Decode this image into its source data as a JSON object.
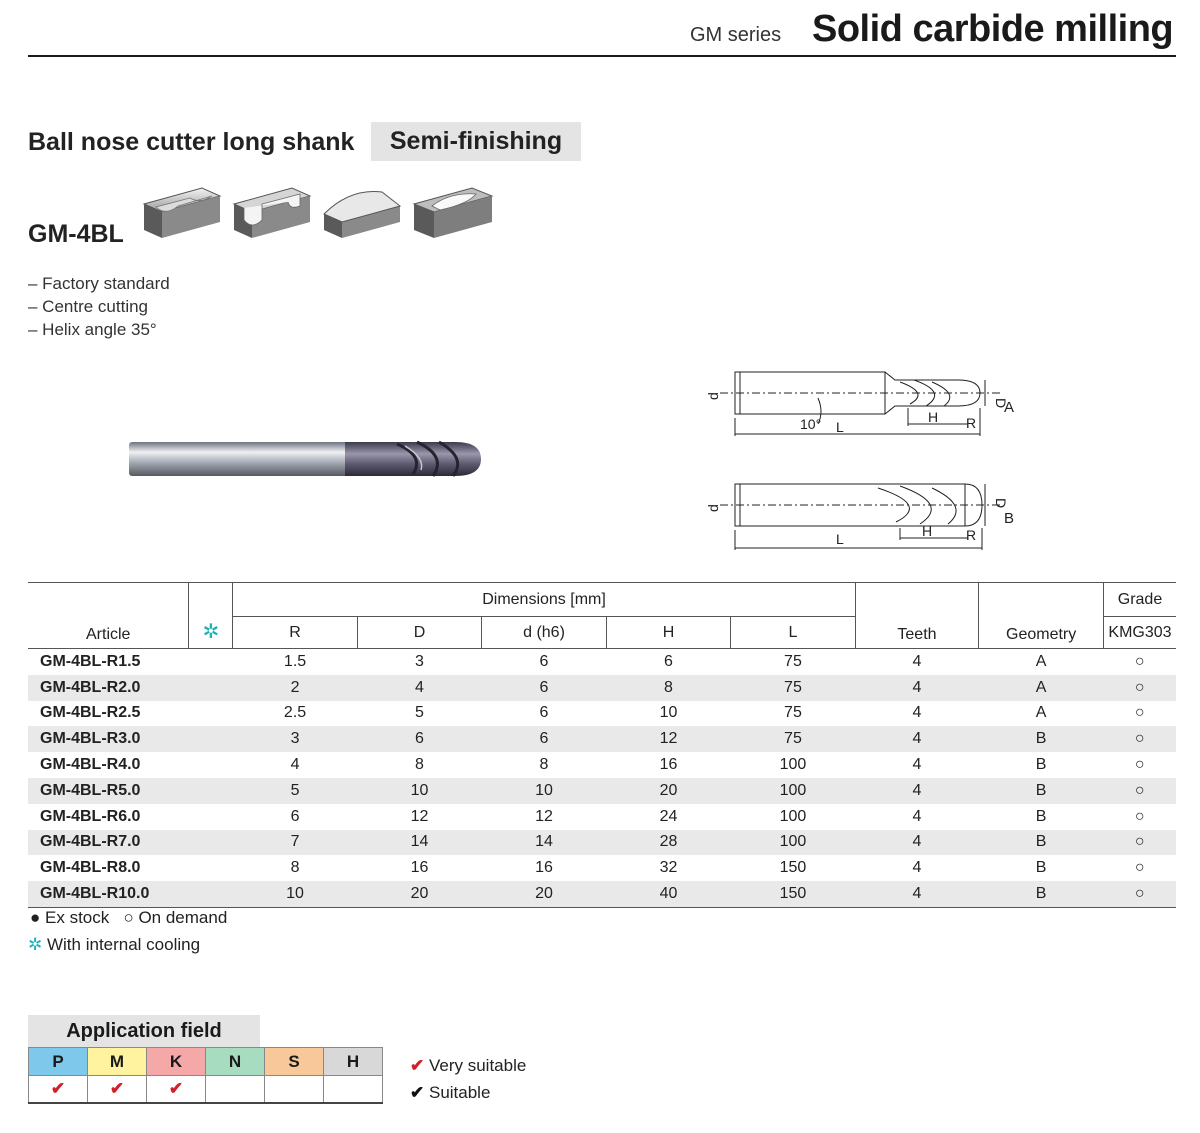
{
  "header": {
    "series": "GM series",
    "title": "Solid carbide milling"
  },
  "product": {
    "name": "Ball nose cutter long shank",
    "finish": "Semi-finishing",
    "code": "GM-4BL",
    "features": [
      "– Factory standard",
      "– Centre cutting",
      "– Helix angle 35°"
    ]
  },
  "drawings": {
    "a": {
      "label": "A",
      "d": "d",
      "D": "D",
      "H": "H",
      "R": "R",
      "L": "L",
      "angle": "10°"
    },
    "b": {
      "label": "B",
      "d": "d",
      "D": "D",
      "H": "H",
      "R": "R",
      "L": "L"
    }
  },
  "table": {
    "article_header": "Article",
    "cooling_icon": "snowflake-icon",
    "dimensions_header": "Dimensions [mm]",
    "dim_columns": [
      "R",
      "D",
      "d (h6)",
      "H",
      "L"
    ],
    "teeth_header": "Teeth",
    "geometry_header": "Geometry",
    "grade_header": "Grade",
    "grade_name": "KMG303",
    "rows": [
      {
        "article": "GM-4BL-R1.5",
        "R": "1.5",
        "D": "3",
        "d": "6",
        "H": "6",
        "L": "75",
        "teeth": "4",
        "geometry": "A",
        "grade": "○"
      },
      {
        "article": "GM-4BL-R2.0",
        "R": "2",
        "D": "4",
        "d": "6",
        "H": "8",
        "L": "75",
        "teeth": "4",
        "geometry": "A",
        "grade": "○"
      },
      {
        "article": "GM-4BL-R2.5",
        "R": "2.5",
        "D": "5",
        "d": "6",
        "H": "10",
        "L": "75",
        "teeth": "4",
        "geometry": "A",
        "grade": "○"
      },
      {
        "article": "GM-4BL-R3.0",
        "R": "3",
        "D": "6",
        "d": "6",
        "H": "12",
        "L": "75",
        "teeth": "4",
        "geometry": "B",
        "grade": "○"
      },
      {
        "article": "GM-4BL-R4.0",
        "R": "4",
        "D": "8",
        "d": "8",
        "H": "16",
        "L": "100",
        "teeth": "4",
        "geometry": "B",
        "grade": "○"
      },
      {
        "article": "GM-4BL-R5.0",
        "R": "5",
        "D": "10",
        "d": "10",
        "H": "20",
        "L": "100",
        "teeth": "4",
        "geometry": "B",
        "grade": "○"
      },
      {
        "article": "GM-4BL-R6.0",
        "R": "6",
        "D": "12",
        "d": "12",
        "H": "24",
        "L": "100",
        "teeth": "4",
        "geometry": "B",
        "grade": "○"
      },
      {
        "article": "GM-4BL-R7.0",
        "R": "7",
        "D": "14",
        "d": "14",
        "H": "28",
        "L": "100",
        "teeth": "4",
        "geometry": "B",
        "grade": "○"
      },
      {
        "article": "GM-4BL-R8.0",
        "R": "8",
        "D": "16",
        "d": "16",
        "H": "32",
        "L": "150",
        "teeth": "4",
        "geometry": "B",
        "grade": "○"
      },
      {
        "article": "GM-4BL-R10.0",
        "R": "10",
        "D": "20",
        "d": "20",
        "H": "40",
        "L": "150",
        "teeth": "4",
        "geometry": "B",
        "grade": "○"
      }
    ]
  },
  "legend": {
    "ex_stock": "Ex stock",
    "on_demand": "On demand",
    "cooling": "With internal cooling"
  },
  "application": {
    "title": "Application field",
    "materials": [
      {
        "code": "P",
        "color": "#7ec8ec",
        "mark": "red"
      },
      {
        "code": "M",
        "color": "#fff3a0",
        "mark": "red"
      },
      {
        "code": "K",
        "color": "#f4a9a8",
        "mark": "red"
      },
      {
        "code": "N",
        "color": "#a8dcc0",
        "mark": ""
      },
      {
        "code": "S",
        "color": "#f8c79a",
        "mark": ""
      },
      {
        "code": "H",
        "color": "#d8d8d8",
        "mark": ""
      }
    ],
    "very_suitable": "Very suitable",
    "suitable": "Suitable",
    "very_suitable_color": "#d21f2a"
  }
}
